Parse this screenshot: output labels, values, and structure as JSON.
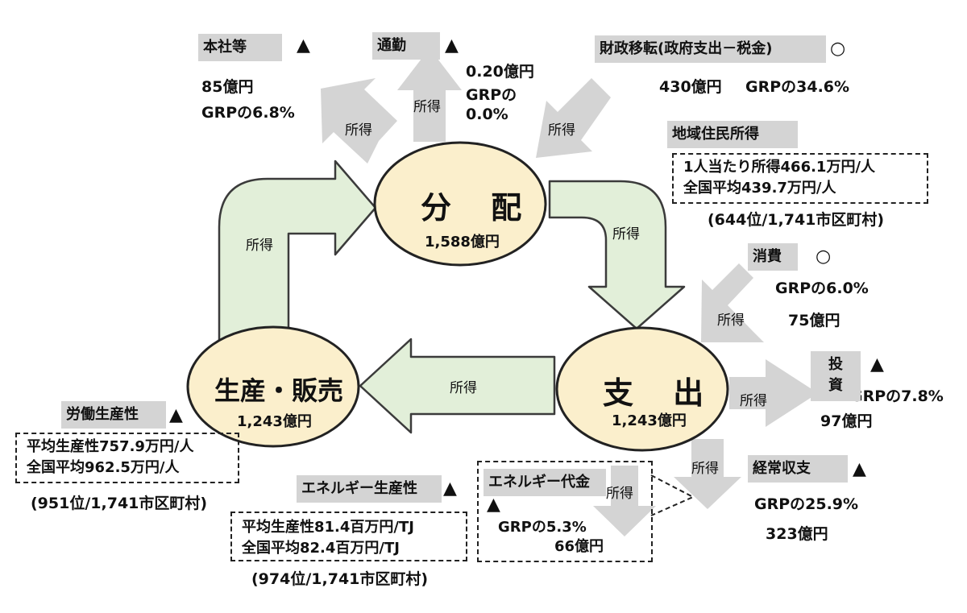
{
  "nodes": {
    "distribution": {
      "title": "分 配",
      "value": "1,588億円"
    },
    "expenditure": {
      "title": "支 出",
      "value": "1,243億円"
    },
    "production": {
      "title": "生産・販売",
      "value": "1,243億円"
    }
  },
  "flow_label": "所得",
  "honsha": {
    "label": "本社等",
    "mark": "▲",
    "value": "85億円",
    "share": "GRPの6.8%"
  },
  "tsukin": {
    "label": "通勤",
    "mark": "▲",
    "value": "0.20億円",
    "share_line1": "GRPの",
    "share_line2": "0.0%"
  },
  "zaisei": {
    "label": "財政移転(政府支出－税金)",
    "mark": "○",
    "value": "430億円",
    "share": "GRPの34.6%"
  },
  "chiiki": {
    "label": "地域住民所得",
    "line1": "1人当たり所得466.1万円/人",
    "line2": "全国平均439.7万円/人",
    "rank": "(644位/1,741市区町村)"
  },
  "shohi": {
    "label": "消費",
    "mark": "○",
    "share": "GRPの6.0%",
    "value": "75億円"
  },
  "toshi": {
    "label_line1": "投",
    "label_line2": "資",
    "mark": "▲",
    "share": "GRPの7.8%",
    "value": "97億円"
  },
  "keijo": {
    "label": "経常収支",
    "mark": "▲",
    "share": "GRPの25.9%",
    "value": "323億円"
  },
  "energy_cost": {
    "label": "エネルギー代金",
    "mark": "▲",
    "share": "GRPの5.3%",
    "value": "66億円"
  },
  "energy_prod": {
    "label": "エネルギー生産性",
    "mark": "▲",
    "line1": "平均生産性81.4百万円/TJ",
    "line2": "全国平均82.4百万円/TJ",
    "rank": "(974位/1,741市区町村)"
  },
  "labor": {
    "label": "労働生産性",
    "mark": "▲",
    "line1": "平均生産性757.9万円/人",
    "line2": "全国平均962.5万円/人",
    "rank": "(951位/1,741市区町村)"
  },
  "colors": {
    "node_fill": "#fbefcc",
    "flow_arrow": "#e2efd9",
    "grey": "#d4d4d4"
  }
}
